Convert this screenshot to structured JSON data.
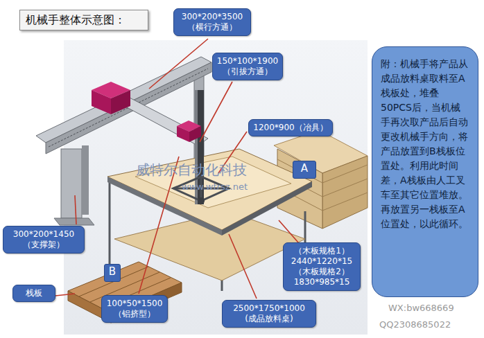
{
  "diagram": {
    "nodes": [
      {
        "text": [
          "机械手整体示意图："
        ]
      },
      {
        "text": [
          "300*200*3500 （横行方通）"
        ]
      },
      {
        "text": [
          "150*100*1900 （引拔方通）"
        ]
      },
      {
        "text": [
          "附：机械手将产品从成品放料桌取料至A栈板处，堆叠50PCS后，当机械手再次取产品后自动更改机械手方向，将产品放置到B栈板位置处。利用此时间差，A栈板由人工叉车至其它位置堆放。再放置另一栈板至A位置处，以此循环。"
        ]
      },
      {
        "text": [
          "1200*900（冶具）"
        ]
      },
      {
        "text": [
          "A"
        ]
      },
      {
        "text": [
          "300*200*1450 （支撑架）"
        ]
      },
      {
        "text": [
          "（木板规格1） 2440*1220*15",
          "（木板规格2） 1830*985*15"
        ]
      },
      {
        "text": [
          "B"
        ]
      },
      {
        "text": [
          "栈板"
        ]
      },
      {
        "text": [
          "100*50*1500 （铝挤型）"
        ]
      },
      {
        "text": [
          "2500*1750*1000 (成品放料桌)"
        ]
      }
    ],
    "labels": [
      "威特尔自动化科技",
      "www.wtrsz.net",
      "WX:bw668669",
      "QQ2308685022"
    ]
  }
}
